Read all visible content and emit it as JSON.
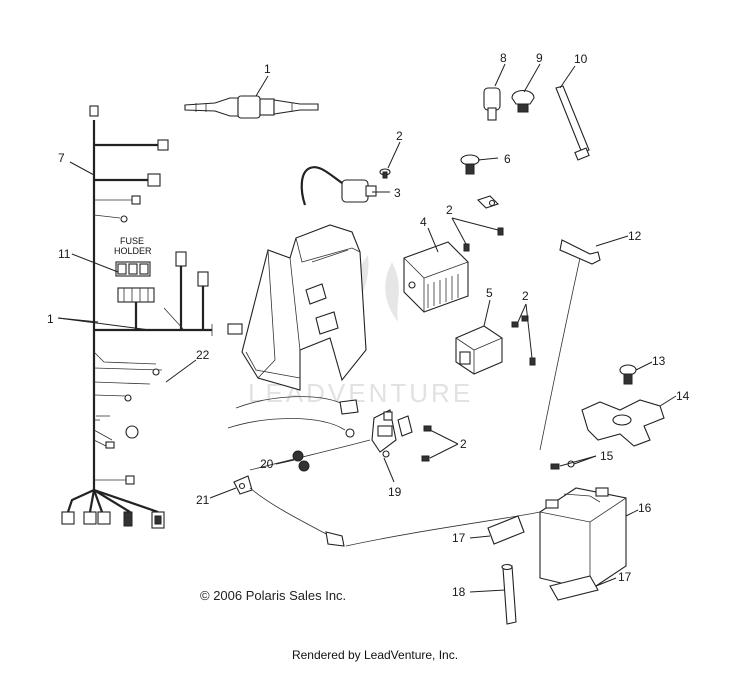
{
  "callouts": {
    "c1a": "1",
    "c1b": "1",
    "c2a": "2",
    "c2b": "2",
    "c2c": "2",
    "c2d": "2",
    "c3": "3",
    "c4": "4",
    "c5": "5",
    "c6": "6",
    "c7": "7",
    "c8": "8",
    "c9": "9",
    "c10": "10",
    "c11": "11",
    "c12": "12",
    "c13": "13",
    "c14": "14",
    "c15": "15",
    "c16": "16",
    "c17a": "17",
    "c17b": "17",
    "c18": "18",
    "c19": "19",
    "c20": "20",
    "c21": "21",
    "c22": "22"
  },
  "fuse_holder": {
    "line1": "FUSE",
    "line2": "HOLDER"
  },
  "watermark": "LEADVENTURE",
  "copyright": "© 2006 Polaris Sales Inc.",
  "footer": "Rendered by LeadVenture, Inc."
}
